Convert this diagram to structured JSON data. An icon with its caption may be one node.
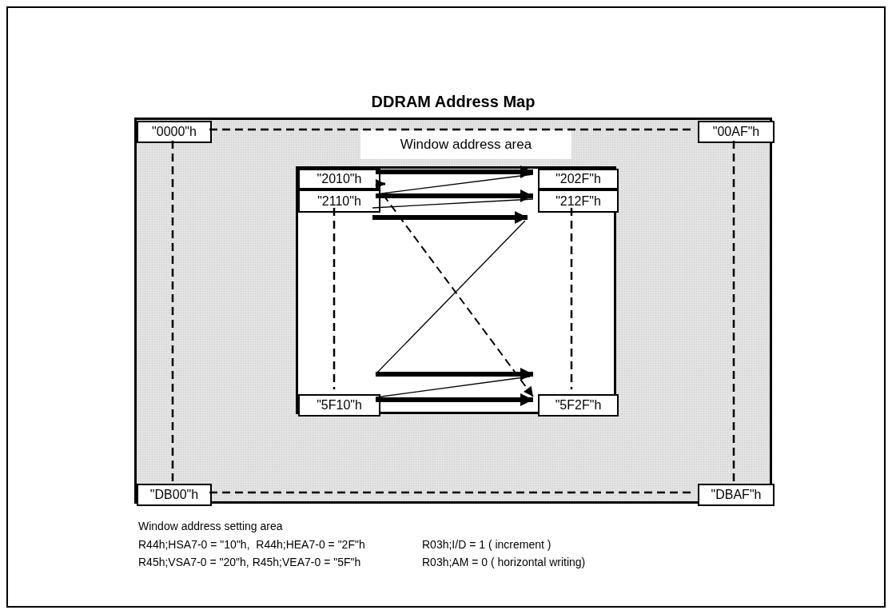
{
  "diagram": {
    "title": "DDRAM Address Map",
    "nodes": [
      {
        "text": [],
        "shape": "box"
      },
      {
        "text": [
          "\"0000\"h"
        ],
        "in": 0
      },
      {
        "text": [
          "\"00AF\"h"
        ],
        "in": 0
      },
      {
        "text": [
          "Window address area"
        ],
        "in": 0
      },
      {
        "text": [],
        "shape": "box",
        "in": 0
      },
      {
        "text": [
          "\"2010\"h"
        ],
        "in": 4
      },
      {
        "text": [
          "\"202F\"h"
        ],
        "in": 4
      },
      {
        "text": [
          "\"2110\"h"
        ],
        "in": 4
      },
      {
        "text": [
          "\"212F\"h"
        ],
        "in": 4
      },
      {
        "text": [
          "\"5F10\"h"
        ],
        "in": 4
      },
      {
        "text": [
          "\"5F2F\"h"
        ],
        "in": 4
      },
      {
        "text": [
          "\"DB00\"h"
        ],
        "in": 0
      },
      {
        "text": [
          "\"DBAF\"h"
        ],
        "in": 0
      }
    ],
    "edges": [
      {
        "from": 1,
        "to": 2,
        "arrow": "none",
        "style": "dashed"
      },
      {
        "from": 1,
        "to": 11,
        "arrow": "none",
        "style": "dashed"
      },
      {
        "from": 2,
        "to": 12,
        "arrow": "none",
        "style": "dashed"
      },
      {
        "from": 11,
        "to": 12,
        "arrow": "none",
        "style": "dashed"
      },
      {
        "from": 5,
        "to": 6,
        "arrow": "to",
        "style": "thick"
      },
      {
        "from": 6,
        "to": 7,
        "arrow": "none"
      },
      {
        "from": 7,
        "to": 8,
        "arrow": "to",
        "style": "thick"
      },
      {
        "from": 8,
        "to": 7,
        "arrow": "none"
      },
      {
        "from": 9,
        "to": null,
        "arrow": "none"
      },
      {
        "from": 9,
        "to": 10,
        "arrow": "to",
        "style": "thick"
      },
      {
        "from": 7,
        "to": 9,
        "arrow": "none",
        "style": "dashed"
      },
      {
        "from": 8,
        "to": 10,
        "arrow": "none",
        "style": "dashed"
      },
      {
        "from": 5,
        "to": 10,
        "arrow": "to",
        "style": "dashed"
      }
    ],
    "labels": [
      "Window address setting area",
      "R44h;HSA7-0 = \"10\"h,  R44h;HEA7-0 = \"2F\"h",
      "R03h;I/D = 1 ( increment )",
      "R45h;VSA7-0 = \"20\"h, R45h;VEA7-0 = \"5F\"h",
      "R03h;AM = 0 ( horizontal writing)"
    ]
  }
}
